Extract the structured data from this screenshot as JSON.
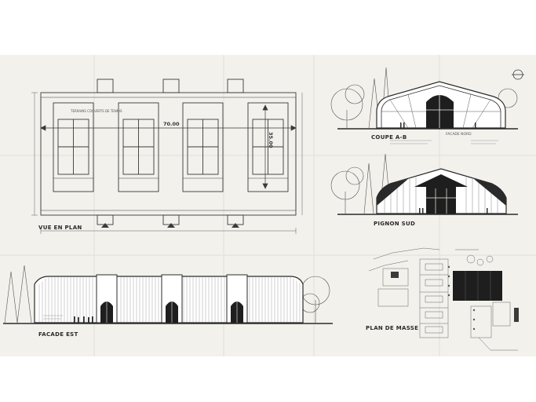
{
  "colors": {
    "frame": "#ffffff",
    "paper": "#f3f1ec",
    "line": "#3a3a3a",
    "dark": "#1e1e1e",
    "fold": "#e3e0d8"
  },
  "drawings": {
    "plan": {
      "title": "VUE EN PLAN",
      "dim_length": "70.00",
      "dim_width": "35.00",
      "court_note": "TERRAINS COUVERTS DE TENNIS"
    },
    "section": {
      "title": "COUPE A-B",
      "note": "FACADE NORD"
    },
    "gable": {
      "title": "PIGNON SUD"
    },
    "facade": {
      "title": "FACADE EST"
    },
    "site_plan": {
      "title": "PLAN DE MASSE"
    }
  }
}
